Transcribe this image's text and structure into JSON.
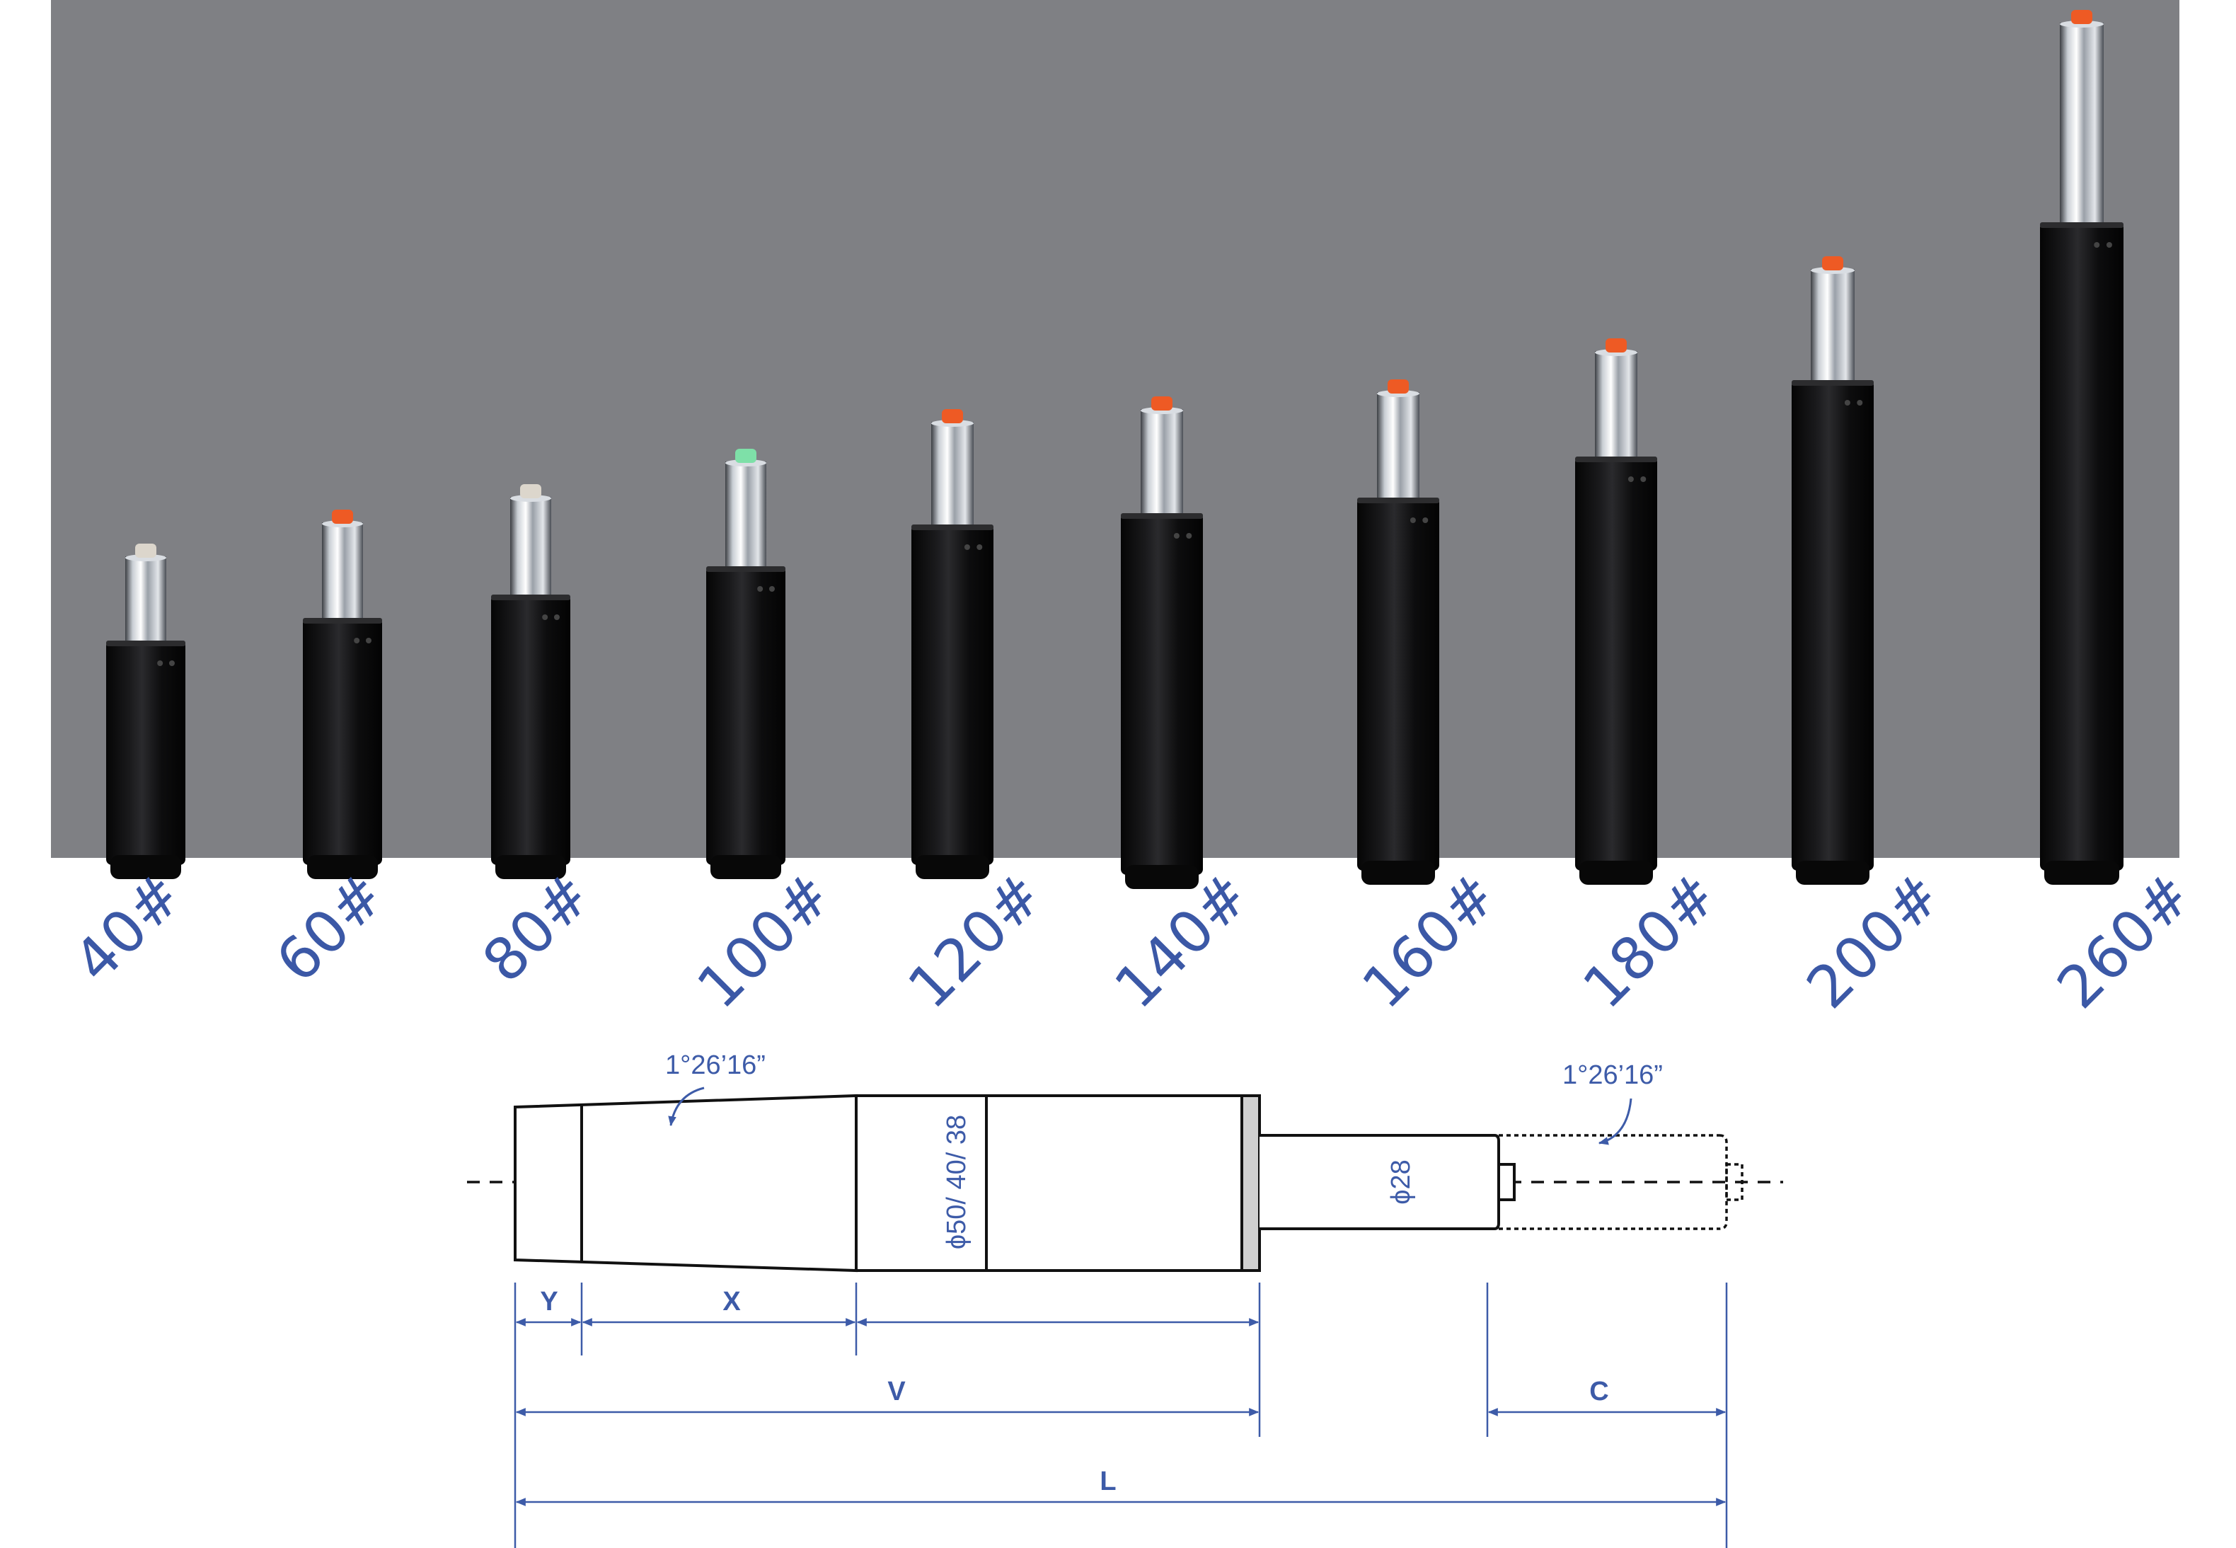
{
  "colors": {
    "backdrop": "#7f8084",
    "label": "#3b58a6",
    "line": "#111111",
    "dimension": "#3d5ba8"
  },
  "cylinders": [
    {
      "label": "40#",
      "cap": "#dcd6cc"
    },
    {
      "label": "60#",
      "cap": "#ee5a24"
    },
    {
      "label": "80#",
      "cap": "#dcd6cc"
    },
    {
      "label": "100#",
      "cap": "#7ee0a8"
    },
    {
      "label": "120#",
      "cap": "#ee5a24"
    },
    {
      "label": "140#",
      "cap": "#ee5a24"
    },
    {
      "label": "160#",
      "cap": "#ee5a24"
    },
    {
      "label": "180#",
      "cap": "#ee5a24"
    },
    {
      "label": "200#",
      "cap": "#ee5a24"
    },
    {
      "label": "260#",
      "cap": "#ee5a24"
    }
  ],
  "drawing": {
    "taper_angle": "1°26’16”",
    "rod_angle": "1°26’16”",
    "body_diameter": "ϕ50/ 40/ 38",
    "rod_diameter": "ϕ28",
    "dimensions": {
      "y": "Y",
      "x": "X",
      "v": "V",
      "c": "C",
      "l": "L"
    }
  }
}
